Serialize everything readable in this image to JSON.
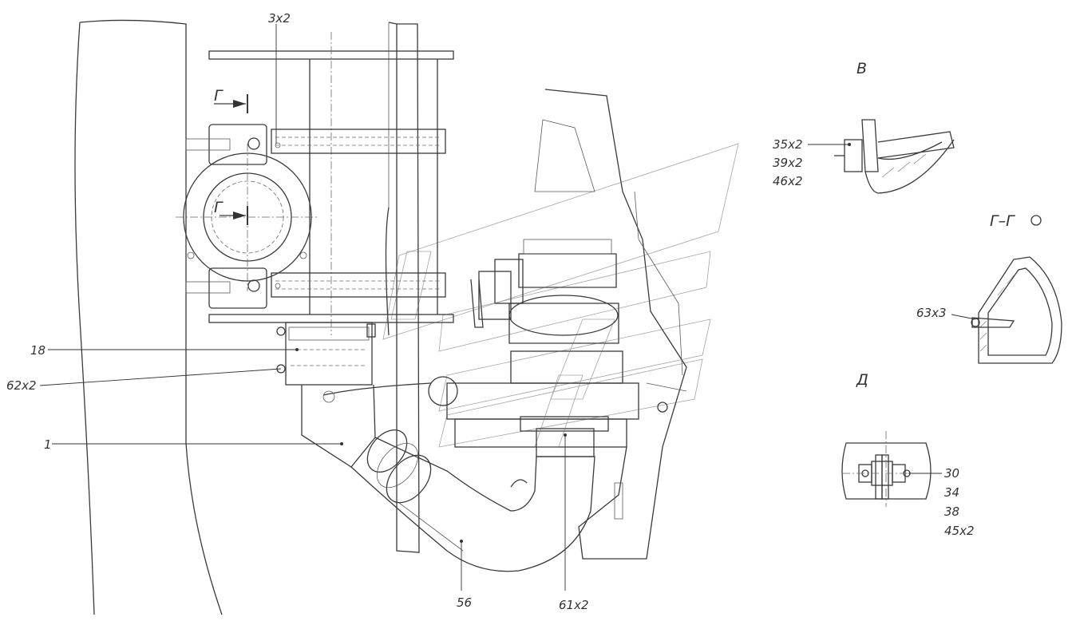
{
  "views": {
    "view_v": {
      "title": "В",
      "labels": [
        "35х2",
        "39х2",
        "46х2"
      ]
    },
    "view_gg": {
      "title": "Г–Г",
      "label": "63х3"
    },
    "view_d": {
      "title": "Д",
      "labels": [
        "30",
        "34",
        "38",
        "45х2"
      ]
    },
    "section_mark": "Г"
  },
  "callouts": {
    "c3x2": "3х2",
    "c18": "18",
    "c62x2": "62х2",
    "c1": "1",
    "c56": "56",
    "c61x2": "61х2"
  }
}
